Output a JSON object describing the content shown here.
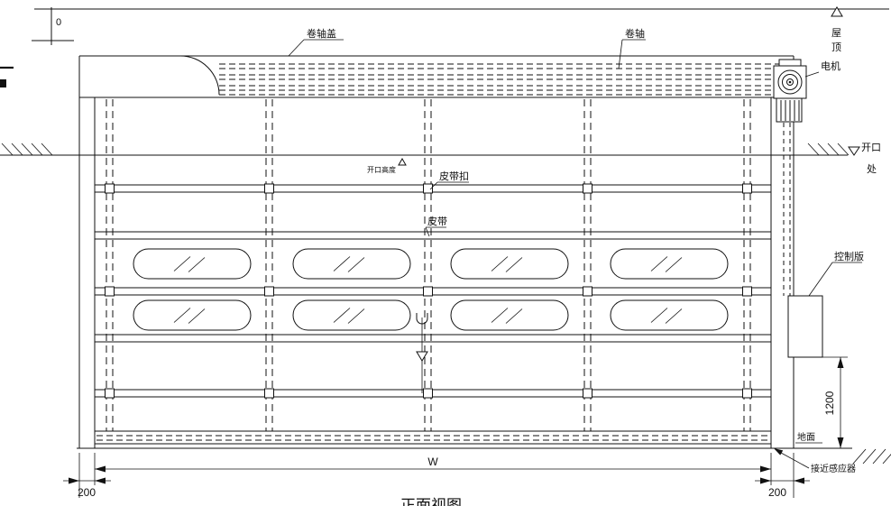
{
  "drawing": {
    "caption": "正面视图",
    "labels": {
      "datum_zero": "0",
      "roller_cover": "卷轴盖",
      "roller_shaft": "卷轴",
      "roof_char1": "屋",
      "roof_char2": "顶",
      "motor": "电机",
      "opening_line1": "开口",
      "opening_line2": "处",
      "opening_height": "开口高度",
      "belt_buckle": "皮带扣",
      "belt": "皮带",
      "control_panel": "控制版",
      "ground": "地面",
      "proximity_sensor": "接近感应器"
    },
    "dimensions": {
      "width": "W",
      "left_margin": "200",
      "right_margin": "200",
      "right_height": "1200"
    }
  }
}
